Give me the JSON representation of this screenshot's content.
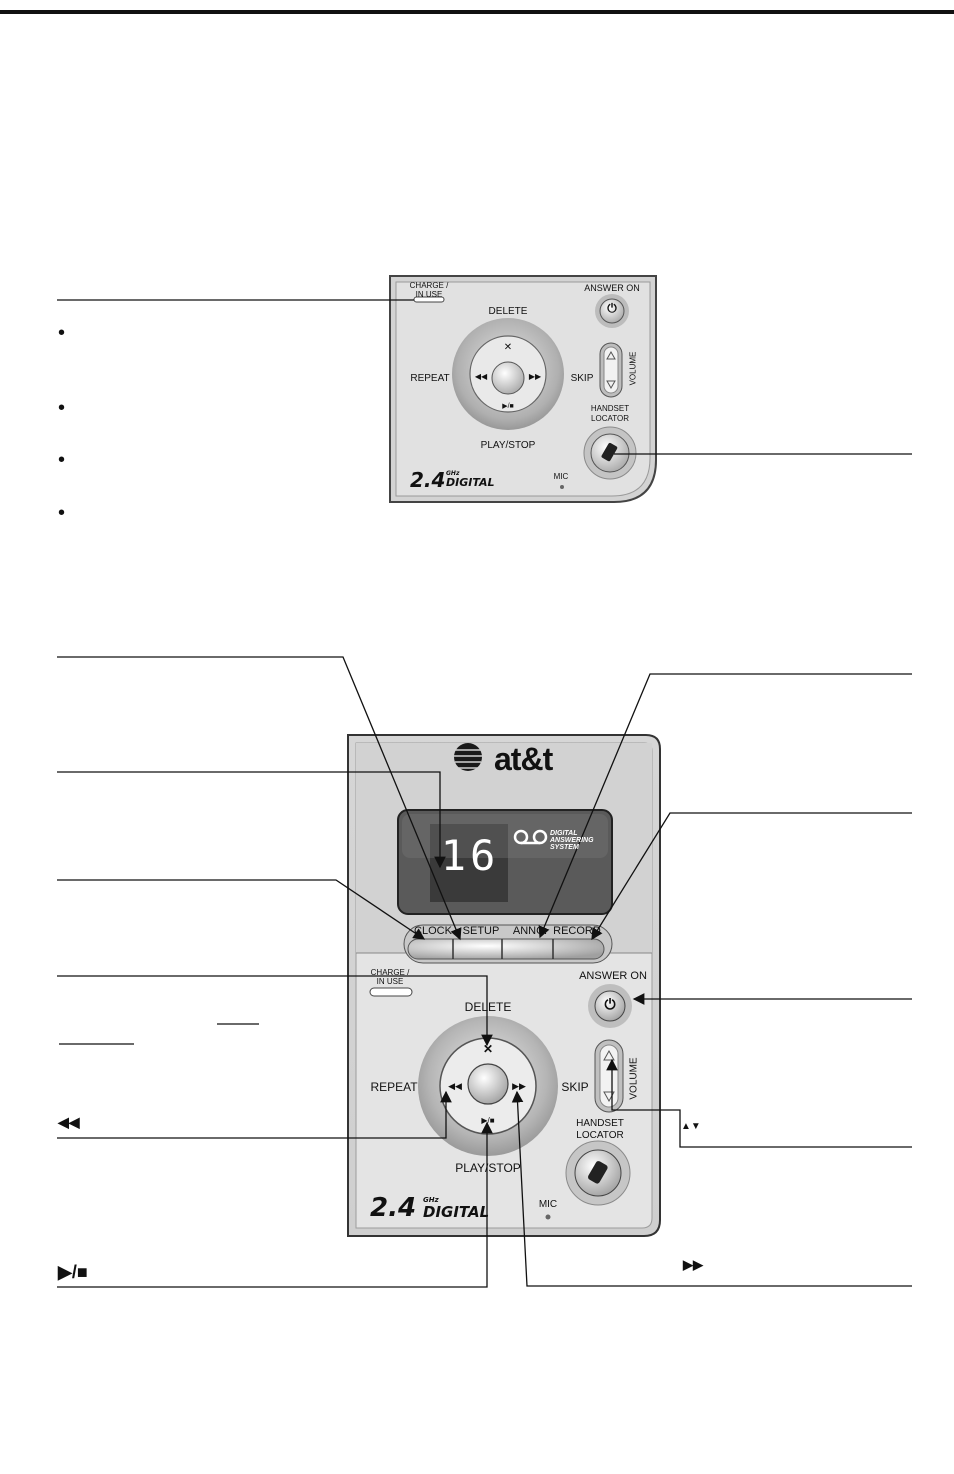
{
  "top_panel": {
    "charge_label": "CHARGE / IN USE",
    "answer_on_label": "ANSWER ON",
    "delete_label": "DELETE",
    "repeat_label": "REPEAT",
    "skip_label": "SKIP",
    "volume_label": "VOLUME",
    "handset_locator_label": "HANDSET LOCATOR",
    "play_stop_label": "PLAY/STOP",
    "mic_label": "MIC",
    "brand_number": "2.4",
    "brand_ghz": "GHz",
    "brand_digital": "DIGITAL"
  },
  "bottom_panel": {
    "logo_text": "at&t",
    "display_digits": "16",
    "das_line1": "DIGITAL",
    "das_line2": "ANSWERING",
    "das_line3": "SYSTEM",
    "clock_label": "CLOCK",
    "setup_label": "SETUP",
    "annc_label": "ANNC.",
    "record_label": "RECORD",
    "charge_label": "CHARGE / IN USE",
    "answer_on_label": "ANSWER ON",
    "delete_label": "DELETE",
    "repeat_label": "REPEAT",
    "skip_label": "SKIP",
    "volume_label": "VOLUME",
    "handset_locator_label": "HANDSET LOCATOR",
    "play_stop_label": "PLAY/STOP",
    "mic_label": "MIC",
    "brand_number": "2.4",
    "brand_ghz": "GHz",
    "brand_digital": "DIGITAL"
  },
  "glyphs": {
    "rewind": "◀◀",
    "fast_forward": "▶▶",
    "play_stop": "▶/■",
    "delete_x": "✕",
    "volume_arrows": "▲▼"
  }
}
